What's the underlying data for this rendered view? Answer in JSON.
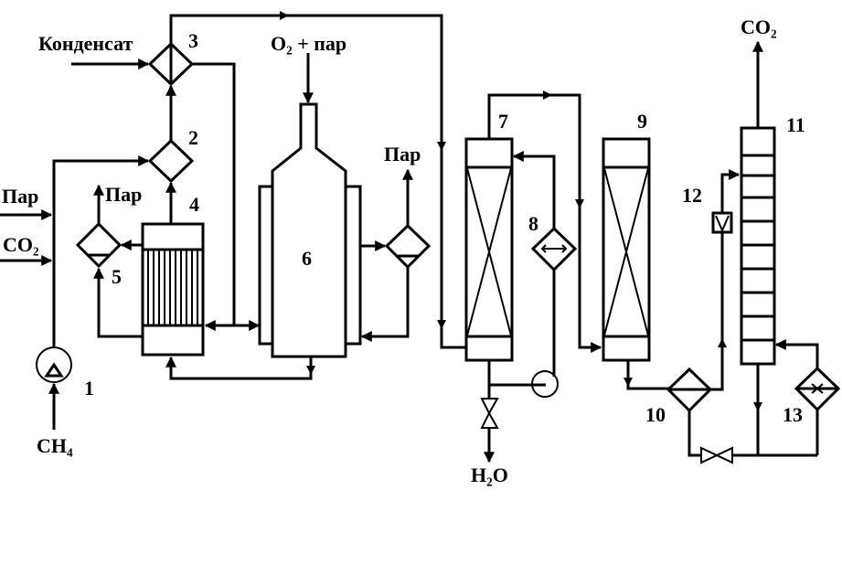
{
  "diagram": {
    "type": "process-flow-scheme",
    "colors": {
      "line": "#000000",
      "background": "#ffffff"
    },
    "streams": {
      "condensate": "Конденсат",
      "oxygen_steam": "O₂ + пар",
      "steam_in": "Пар",
      "co2_in": "CO₂",
      "steam_out_5": "Пар",
      "steam_out_hx": "Пар",
      "methane": "CH₄",
      "water": "H₂O",
      "co2_out": "CO₂"
    },
    "equipment": [
      {
        "id": "1",
        "kind": "pump"
      },
      {
        "id": "2",
        "kind": "heat-exchanger"
      },
      {
        "id": "3",
        "kind": "heat-exchanger"
      },
      {
        "id": "4",
        "kind": "tubular-reactor"
      },
      {
        "id": "5",
        "kind": "waste-heat-boiler"
      },
      {
        "id": "6",
        "kind": "oxygen-reactor"
      },
      {
        "id": "7",
        "kind": "packed-column"
      },
      {
        "id": "8",
        "kind": "heat-exchanger-bidirectional"
      },
      {
        "id": "9",
        "kind": "packed-column"
      },
      {
        "id": "10",
        "kind": "heat-exchanger"
      },
      {
        "id": "11",
        "kind": "tray-column"
      },
      {
        "id": "12",
        "kind": "pump"
      },
      {
        "id": "13",
        "kind": "reboiler"
      }
    ],
    "unlabeled_equipment": [
      {
        "name": "waste-heat-boiler-6",
        "kind": "waste-heat-boiler"
      },
      {
        "name": "circulation-pump-7",
        "kind": "pump"
      },
      {
        "name": "valve-water",
        "kind": "valve"
      },
      {
        "name": "valve-10",
        "kind": "valve"
      }
    ]
  }
}
